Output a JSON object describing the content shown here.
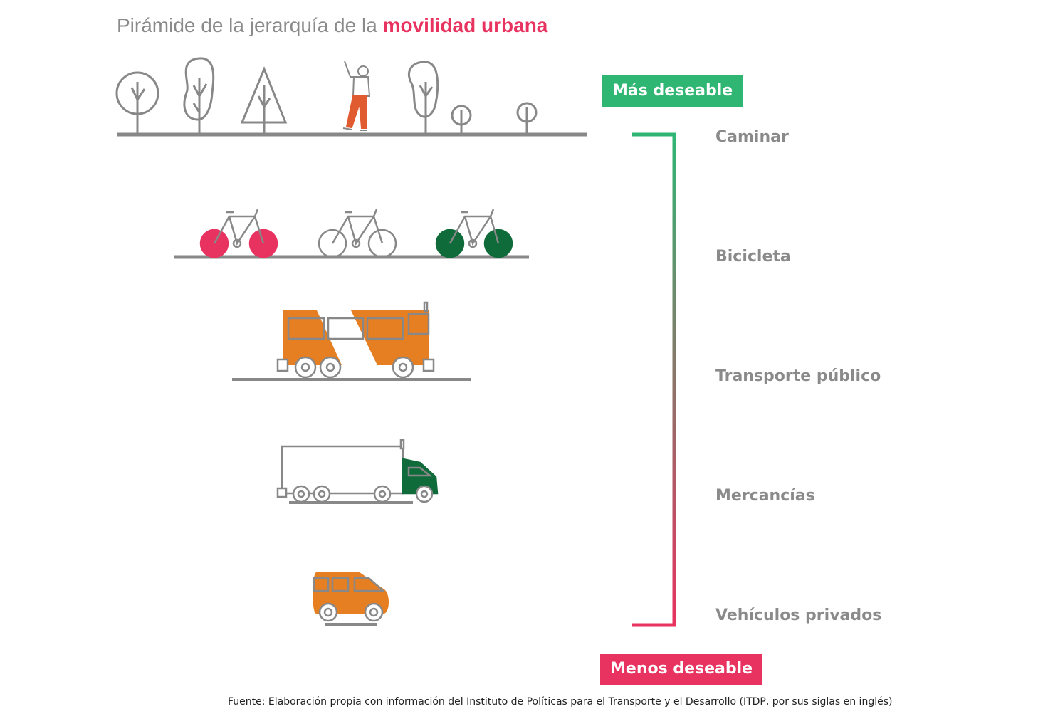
{
  "title": {
    "prefix": "Pirámide de la jerarquía de la ",
    "highlight": "movilidad urbana"
  },
  "badges": {
    "top": "Más deseable",
    "bottom": "Menos deseable"
  },
  "levels": [
    "Caminar",
    "Bicicleta",
    "Transporte público",
    "Mercancías",
    "Vehículos privados"
  ],
  "source": "Fuente: Elaboración propia con información del Instituto de Políticas para el Transporte y el Desarrollo (ITDP, por sus siglas en inglés)",
  "colors": {
    "green": "#2fb673",
    "pink": "#e8325f",
    "orange": "#e67e22",
    "dark_green": "#0f6b3a",
    "gray": "#888888"
  }
}
